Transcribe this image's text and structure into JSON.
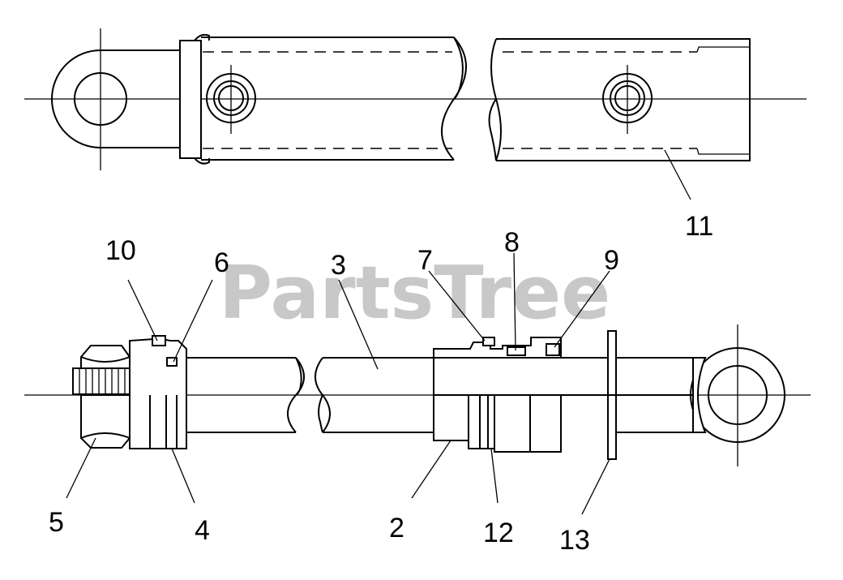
{
  "watermark": "PartsTree",
  "callouts": {
    "c1": "11",
    "c2": "10",
    "c3": "6",
    "c4": "3",
    "c5": "7",
    "c6": "8",
    "c7": "9",
    "c8": "5",
    "c9": "4",
    "c10": "2",
    "c11": "12",
    "c12": "13"
  }
}
